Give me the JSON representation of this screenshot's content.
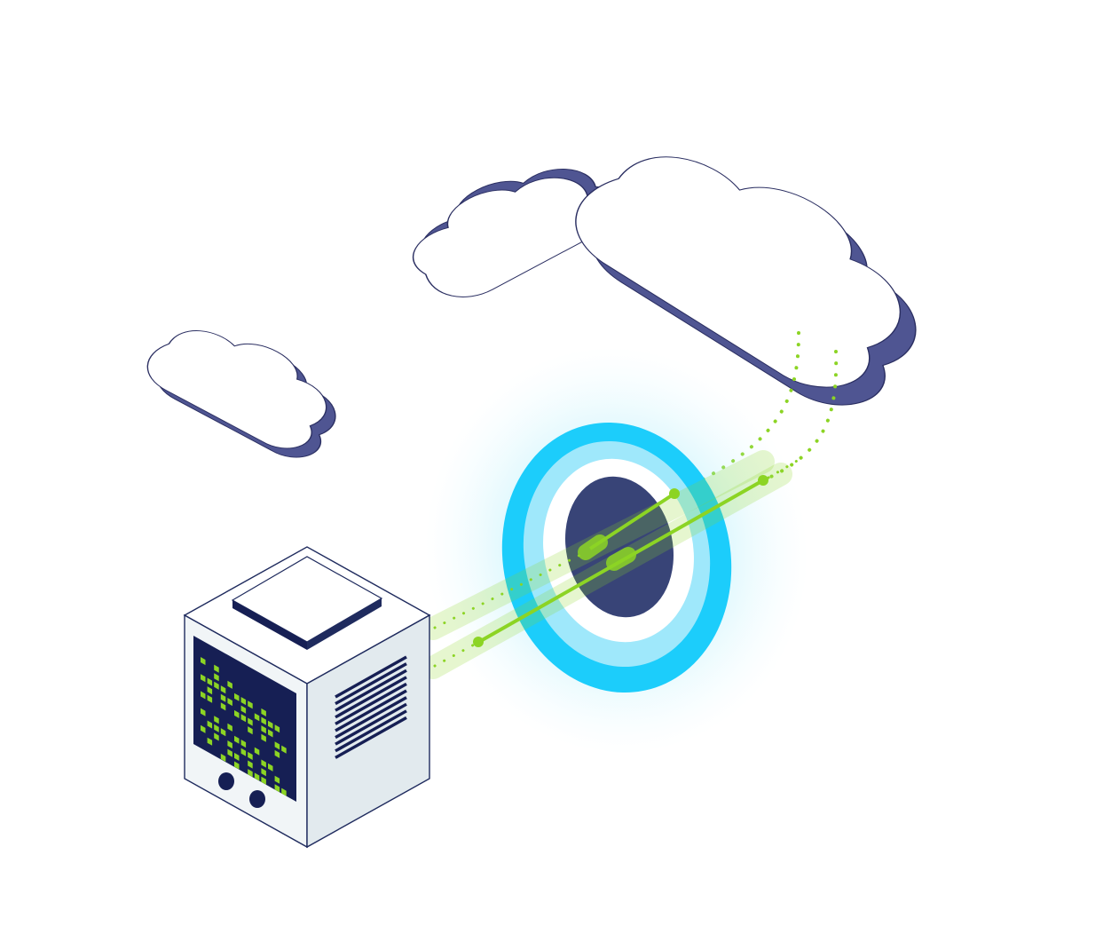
{
  "illustration": {
    "colors": {
      "background": "#ffffff",
      "cloud_face": "#ffffff",
      "cloud_side": "#4f5592",
      "cloud_outline": "#2b2f62",
      "server_light": "#f1f5f7",
      "server_side": "#e2eaee",
      "server_outline": "#1f2b5e",
      "screen": "#161f54",
      "pixel": "#8cd424",
      "portal_outer": "#1ccdfb",
      "portal_mid": "#9fe8fb",
      "portal_inner": "#ffffff",
      "portal_core": "#384477",
      "link": "#8cd424"
    },
    "clouds": [
      {
        "id": "small",
        "label": ""
      },
      {
        "id": "medium",
        "label": ""
      },
      {
        "id": "large",
        "label": ""
      }
    ],
    "server": {
      "led_count": 2,
      "vent_lines": 10
    },
    "portal": {
      "rings": 3
    },
    "connections": [
      "server-to-large-cloud-upper",
      "server-to-large-cloud-lower"
    ]
  }
}
